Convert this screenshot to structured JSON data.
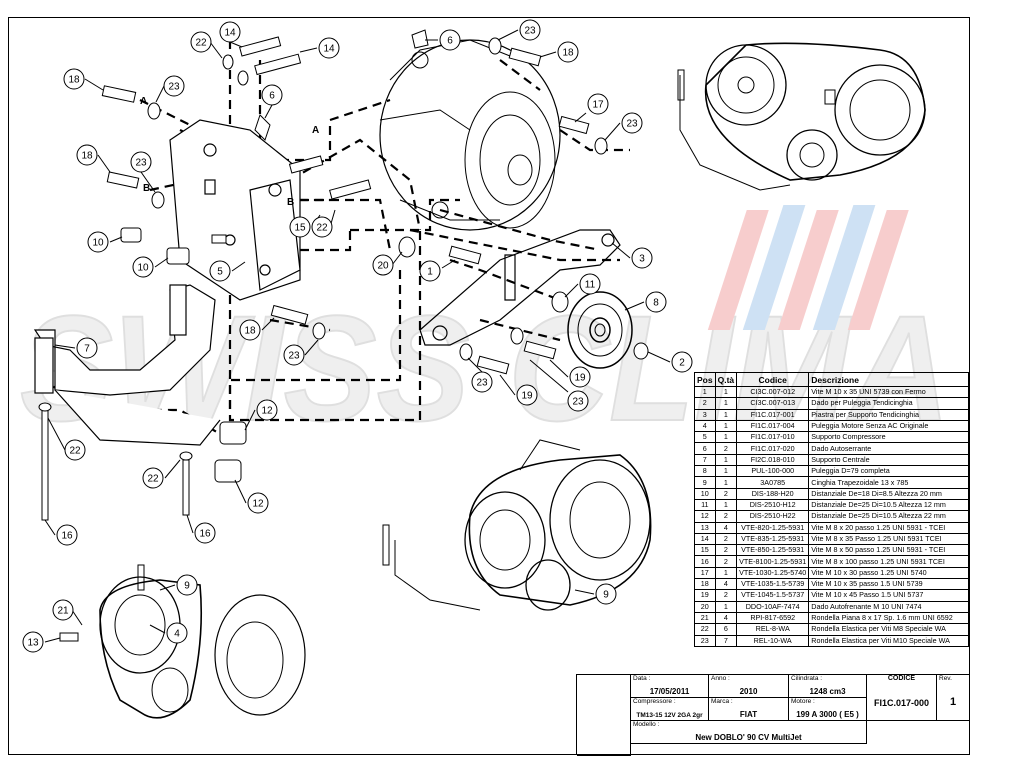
{
  "watermark": {
    "text": "SWISS CLIMA",
    "colors": [
      "#e4e4e4",
      "#f8c9c9",
      "#c6dff5"
    ]
  },
  "callouts": [
    "1",
    "2",
    "3",
    "4",
    "5",
    "6",
    "7",
    "8",
    "9",
    "10",
    "11",
    "12",
    "13",
    "14",
    "15",
    "16",
    "17",
    "18",
    "19",
    "20",
    "21",
    "22",
    "23"
  ],
  "letter_labels": {
    "a": "A",
    "b": "B"
  },
  "parts_table": {
    "headers": {
      "pos": "Pos",
      "qty": "Q.tà",
      "code": "Codice",
      "desc": "Descrizione"
    },
    "rows": [
      {
        "pos": "1",
        "qty": "1",
        "code": "CI3C.007-012",
        "desc": "Vite M 10 x 35 UNI 5739 con Fermo"
      },
      {
        "pos": "2",
        "qty": "1",
        "code": "CI3C.007-013",
        "desc": "Dado per Puleggia Tendicinghia"
      },
      {
        "pos": "3",
        "qty": "1",
        "code": "FI1C.017-001",
        "desc": "Piastra per Supporto Tendicinghia"
      },
      {
        "pos": "4",
        "qty": "1",
        "code": "FI1C.017-004",
        "desc": "Puleggia Motore Senza AC Originale"
      },
      {
        "pos": "5",
        "qty": "1",
        "code": "FI1C.017-010",
        "desc": "Supporto Compressore"
      },
      {
        "pos": "6",
        "qty": "2",
        "code": "FI1C.017-020",
        "desc": "Dado Autoserrante"
      },
      {
        "pos": "7",
        "qty": "1",
        "code": "FI2C.018-010",
        "desc": "Supporto Centrale"
      },
      {
        "pos": "8",
        "qty": "1",
        "code": "PUL-100-000",
        "desc": "Puleggia D=79 completa"
      },
      {
        "pos": "9",
        "qty": "1",
        "code": "3A0785",
        "desc": "Cinghia Trapezoidale 13 x 785"
      },
      {
        "pos": "10",
        "qty": "2",
        "code": "DIS-188-H20",
        "desc": "Distanziale De=18 Di=8.5 Altezza 20 mm"
      },
      {
        "pos": "11",
        "qty": "1",
        "code": "DIS-2510-H12",
        "desc": "Distanziale De=25 Di=10.5 Altezza 12 mm"
      },
      {
        "pos": "12",
        "qty": "2",
        "code": "DIS-2510-H22",
        "desc": "Distanziale De=25 Di=10.5 Altezza 22 mm"
      },
      {
        "pos": "13",
        "qty": "4",
        "code": "VTE-820-1.25-5931",
        "desc": "Vite M 8 x 20 passo 1.25 UNI 5931 - TCEI"
      },
      {
        "pos": "14",
        "qty": "2",
        "code": "VTE-835-1.25-5931",
        "desc": "Vite M 8 x 35 Passo 1.25 UNI 5931 TCEI"
      },
      {
        "pos": "15",
        "qty": "2",
        "code": "VTE-850-1.25-5931",
        "desc": "Vite M 8 x 50 passo 1.25 UNI 5931 - TCEI"
      },
      {
        "pos": "16",
        "qty": "2",
        "code": "VTE-8100-1.25-5931",
        "desc": "Vite M 8 x 100 passo 1.25 UNI 5931 TCEI"
      },
      {
        "pos": "17",
        "qty": "1",
        "code": "VTE-1030-1.25-5740",
        "desc": "Vite M 10 x 30 passo 1.25 UNI 5740"
      },
      {
        "pos": "18",
        "qty": "4",
        "code": "VTE-1035-1.5-5739",
        "desc": "Vite M 10 x 35 passo 1.5 UNI 5739"
      },
      {
        "pos": "19",
        "qty": "2",
        "code": "VTE-1045-1.5-5737",
        "desc": "Vite M 10 x 45 Passo 1.5 UNI 5737"
      },
      {
        "pos": "20",
        "qty": "1",
        "code": "DDO-10AF-7474",
        "desc": "Dado Autofrenante M 10 UNI 7474"
      },
      {
        "pos": "21",
        "qty": "4",
        "code": "RPI-817-6592",
        "desc": "Rondella Piana 8 x 17 Sp. 1.6 mm UNI 6592"
      },
      {
        "pos": "22",
        "qty": "6",
        "code": "REL-8-WA",
        "desc": "Rondella Elastica per Viti M8 Speciale WA"
      },
      {
        "pos": "23",
        "qty": "7",
        "code": "REL-10-WA",
        "desc": "Rondella Elastica per Viti M10 Speciale WA"
      }
    ]
  },
  "title_block": {
    "data_label": "Data :",
    "data_value": "17/05/2011",
    "anno_label": "Anno :",
    "anno_value": "2010",
    "cilindrata_label": "Cilindrata :",
    "cilindrata_value": "1248 cm3",
    "codice_label": "CODICE",
    "codice_value": "FI1C.017-000",
    "rev_label": "Rev.",
    "rev_value": "1",
    "compressore_label": "Compressore :",
    "compressore_value": "TM13-15 12V 2GA 2gr",
    "marca_label": "Marca :",
    "marca_value": "FIAT",
    "motore_label": "Motore :",
    "motore_value": "199 A 3000 ( E5 )",
    "modello_label": "Modello :",
    "modello_value": "New DOBLO' 90 CV MultiJet"
  }
}
